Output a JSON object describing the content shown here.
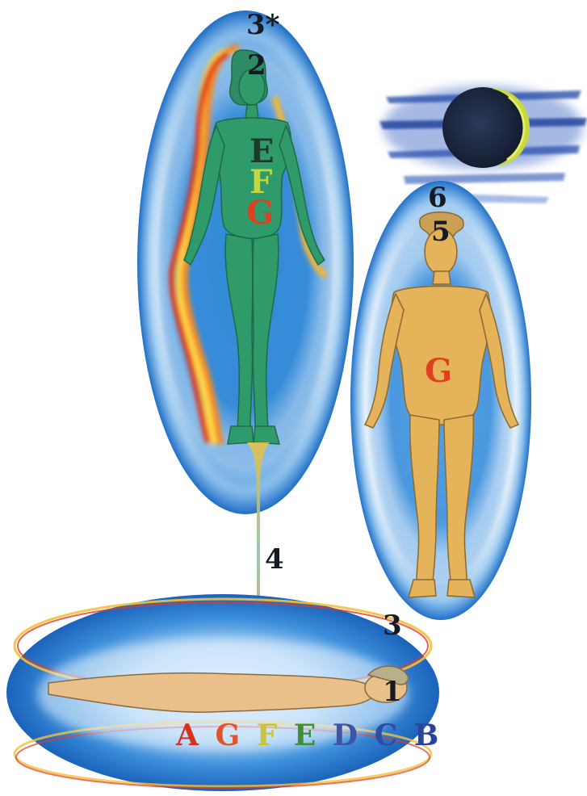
{
  "labels": {
    "top_astral": "3*",
    "astral_head": "2",
    "astral_e": "E",
    "astral_f": "F",
    "astral_g": "G",
    "moon_six": "6",
    "mental_five": "5",
    "mental_g": "G",
    "cord": "4",
    "torus": "3",
    "physical": "1"
  },
  "layer_letters": [
    {
      "text": "A",
      "color": "#d8321f"
    },
    {
      "text": "G",
      "color": "#e2552a"
    },
    {
      "text": "F",
      "color": "#c7c43a"
    },
    {
      "text": "E",
      "color": "#3f8f3a"
    },
    {
      "text": "D",
      "color": "#3c55a8"
    },
    {
      "text": "C",
      "color": "#2f4ba6"
    },
    {
      "text": "B",
      "color": "#28459e"
    }
  ],
  "colors": {
    "aura_blue": "#3d86d6",
    "aura_white": "#f4f9ff",
    "astral_body": "#2f9a6a",
    "mental_body": "#e4b35a",
    "physical_body": "#e9c08a",
    "moon_dark": "#1e2b45",
    "moon_crescent": "#c9d83a"
  }
}
